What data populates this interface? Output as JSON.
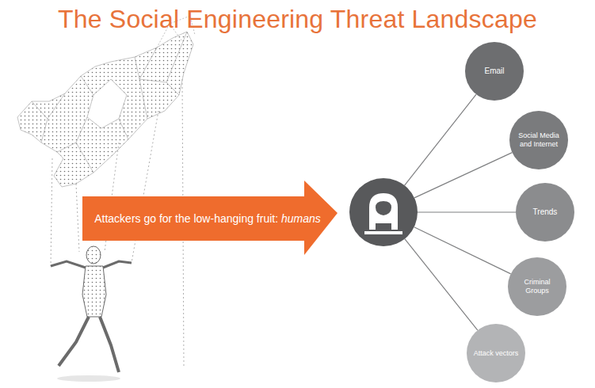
{
  "diagram": {
    "title": "The Social Engineering Threat Landscape",
    "nodes": [
      {
        "text": [
          "Attackers go for the low-hanging fruit:",
          "humans"
        ]
      },
      {
        "text": [
          "Email"
        ]
      },
      {
        "text": [
          "Social Media and Internet"
        ]
      },
      {
        "text": [
          "Trends"
        ]
      },
      {
        "text": [
          "Criminal Groups"
        ]
      },
      {
        "text": [
          "Attack vectors"
        ]
      }
    ]
  }
}
